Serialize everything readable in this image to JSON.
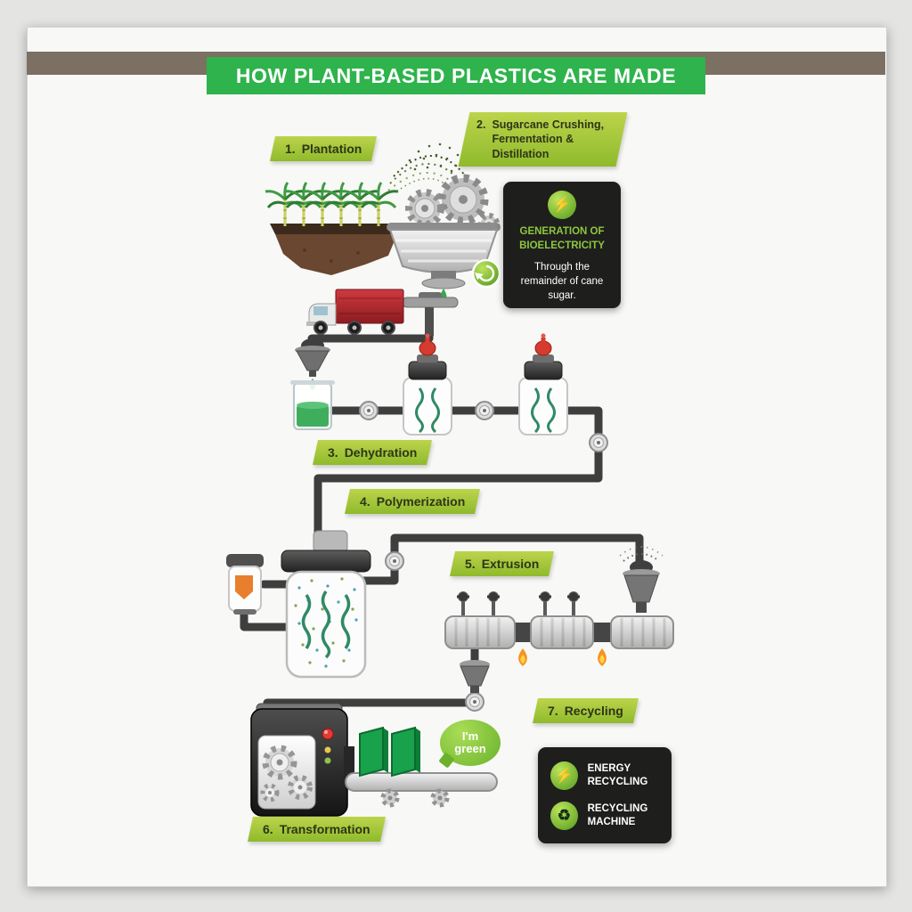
{
  "page": {
    "title": "HOW PLANT-BASED PLASTICS ARE MADE",
    "title_bg": "#2fb34c",
    "top_bar_color": "#7c7063",
    "background": "#e4e4e2",
    "card_background": "#f8f8f6"
  },
  "steps": [
    {
      "num": "1.",
      "label": "Plantation"
    },
    {
      "num": "2.",
      "label": "Sugarcane Crushing, Fermentation & Distillation"
    },
    {
      "num": "3.",
      "label": "Dehydration"
    },
    {
      "num": "4.",
      "label": "Polymerization"
    },
    {
      "num": "5.",
      "label": "Extrusion"
    },
    {
      "num": "6.",
      "label": "Transformation"
    },
    {
      "num": "7.",
      "label": "Recycling"
    }
  ],
  "bioelectricity": {
    "icon": "bolt-icon",
    "title": "GENERATION OF BIOELECTRICITY",
    "body": "Through the remainder of cane sugar."
  },
  "recycling": {
    "items": [
      {
        "icon": "energy-bolt-icon",
        "label": "ENERGY RECYCLING"
      },
      {
        "icon": "recycle-arrows-icon",
        "label": "RECYCLING MACHINE"
      }
    ]
  },
  "speech": {
    "line1": "I'm",
    "line2": "green"
  },
  "colors": {
    "step_label_green": "#9fc43c",
    "accent_green": "#2fb34c",
    "pipe": "#3e3e3e",
    "box_black": "#1e1e1c",
    "icon_green": "#8dc63f"
  }
}
